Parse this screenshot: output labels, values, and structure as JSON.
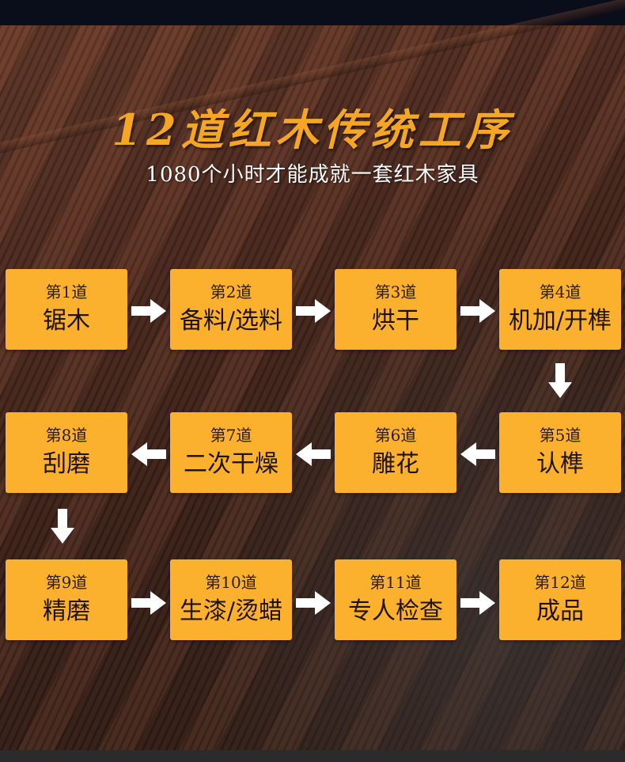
{
  "title": "12道红木传统工序",
  "subtitle": "1080个小时才能成就一套红木家具",
  "steps": [
    {
      "num": "第1道",
      "name": "锯木"
    },
    {
      "num": "第2道",
      "name": "备料/选料"
    },
    {
      "num": "第3道",
      "name": "烘干"
    },
    {
      "num": "第4道",
      "name": "机加/开榫"
    },
    {
      "num": "第5道",
      "name": "认榫"
    },
    {
      "num": "第6道",
      "name": "雕花"
    },
    {
      "num": "第7道",
      "name": "二次干燥"
    },
    {
      "num": "第8道",
      "name": "刮磨"
    },
    {
      "num": "第9道",
      "name": "精磨"
    },
    {
      "num": "第10道",
      "name": "生漆/烫蜡"
    },
    {
      "num": "第11道",
      "name": "专人检查"
    },
    {
      "num": "第12道",
      "name": "成品"
    }
  ],
  "colors": {
    "card": "#fbb12e",
    "title": "#f5a623",
    "arrow": "#ffffff"
  },
  "icons": {
    "arrow_right": "arrow-right-icon",
    "arrow_left": "arrow-left-icon",
    "arrow_down": "arrow-down-icon"
  }
}
